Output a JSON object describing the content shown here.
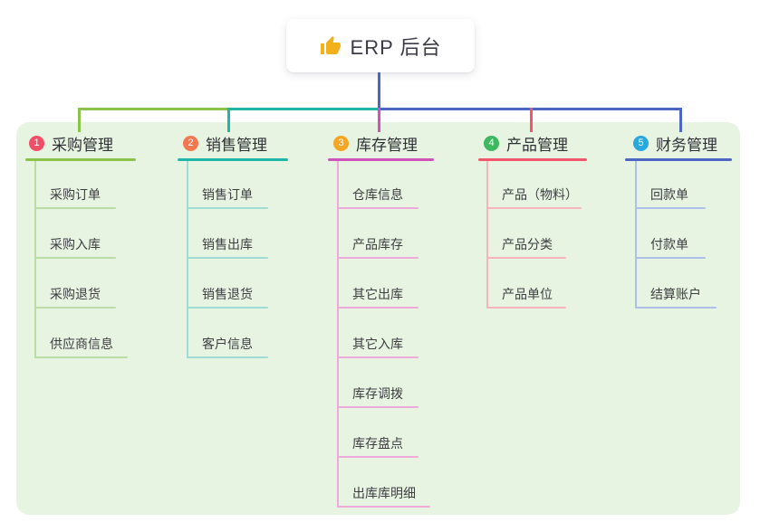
{
  "root": {
    "title": "ERP 后台",
    "icon": "thumbs-up-icon",
    "icon_color": "#f2b11c"
  },
  "branches": [
    {
      "num": "1",
      "title": "采购管理",
      "badge_color": "#ef4f67",
      "line_color": "#8bc34a",
      "child_line_color": "#b9dda4",
      "children": [
        "采购订单",
        "采购入库",
        "采购退货",
        "供应商信息"
      ]
    },
    {
      "num": "2",
      "title": "销售管理",
      "badge_color": "#f3774e",
      "line_color": "#1fb5a9",
      "child_line_color": "#9edcd4",
      "children": [
        "销售订单",
        "销售出库",
        "销售退货",
        "客户信息"
      ]
    },
    {
      "num": "3",
      "title": "库存管理",
      "badge_color": "#f5a623",
      "line_color": "#d053ba",
      "child_line_color": "#eeaada",
      "children": [
        "仓库信息",
        "产品库存",
        "其它出库",
        "其它入库",
        "库存调拨",
        "库存盘点",
        "出库库明细"
      ]
    },
    {
      "num": "4",
      "title": "产品管理",
      "badge_color": "#3cb95f",
      "line_color": "#f2566b",
      "child_line_color": "#f8b4bd",
      "children": [
        "产品（物料）",
        "产品分类",
        "产品单位"
      ]
    },
    {
      "num": "5",
      "title": "财务管理",
      "badge_color": "#2aa7dc",
      "line_color": "#4c66c4",
      "child_line_color": "#adc0ea",
      "children": [
        "回款单",
        "付款单",
        "结算账户"
      ]
    }
  ],
  "colors": {
    "canvas_background": "#ffffff",
    "panel_background": "#e8f4e2",
    "trunk": "#4c66c4",
    "text_primary": "#2f2f36",
    "text_child": "#3d3d42"
  }
}
